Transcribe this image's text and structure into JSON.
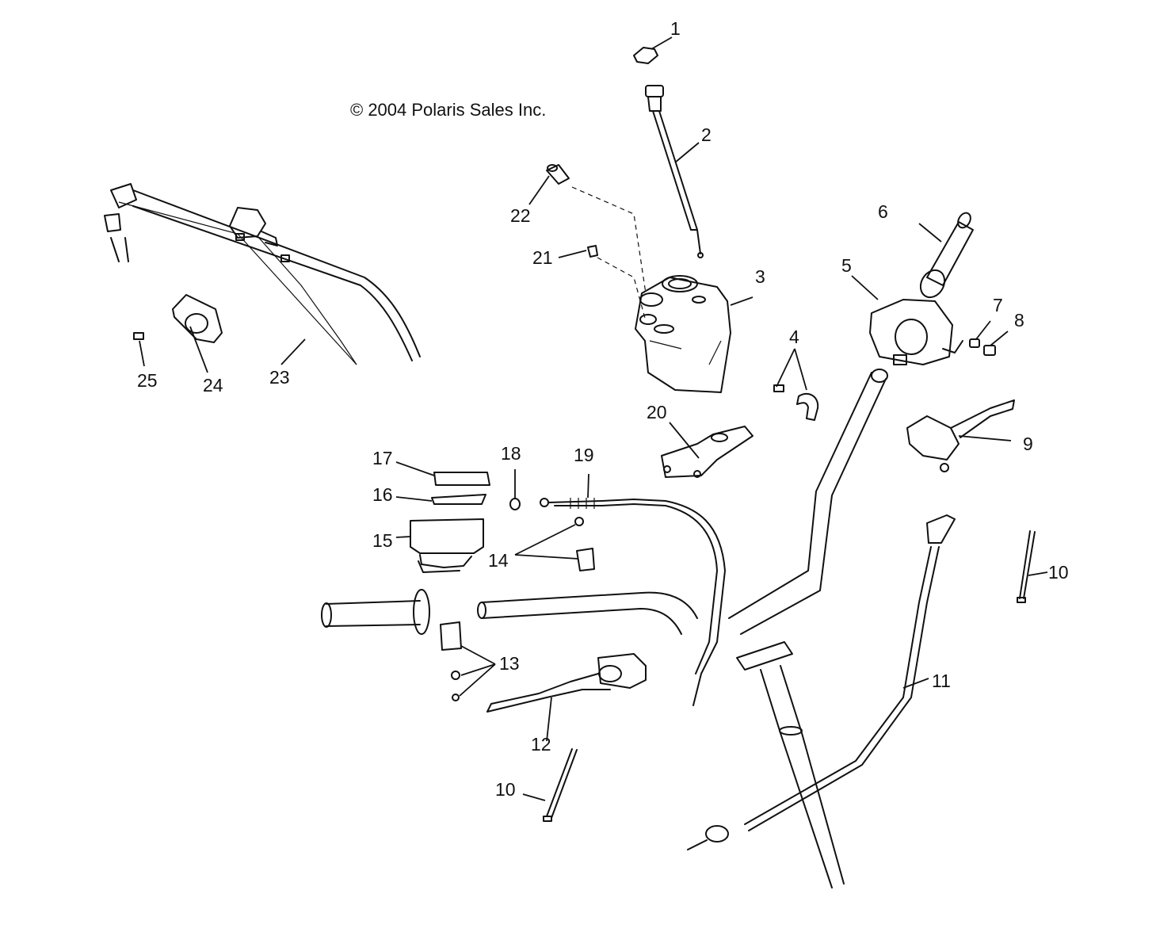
{
  "copyright": "© 2004 Polaris Sales Inc.",
  "callouts": {
    "c1": "1",
    "c2": "2",
    "c3": "3",
    "c4": "4",
    "c5": "5",
    "c6": "6",
    "c7": "7",
    "c8": "8",
    "c9": "9",
    "c10a": "10",
    "c10b": "10",
    "c11": "11",
    "c12": "12",
    "c13": "13",
    "c14": "14",
    "c15": "15",
    "c16": "16",
    "c17": "17",
    "c18": "18",
    "c19": "19",
    "c20": "20",
    "c21": "21",
    "c22": "22",
    "c23": "23",
    "c24": "24",
    "c25": "25"
  }
}
